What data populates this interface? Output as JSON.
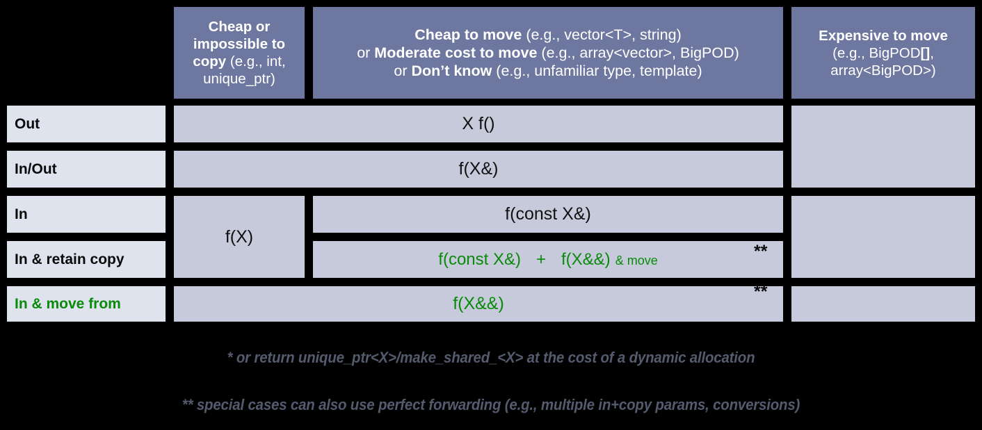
{
  "title": "C++ Parameter Passing Cheat Sheet",
  "colors": {
    "header_bg": "#6d779f",
    "header_text": "#ffffff",
    "rowlabel_bg": "#dfe3ee",
    "data_bg": "#c6cadb",
    "accent_green": "#0a8a0a",
    "page_bg": "#000000",
    "footnote_text": "#555b6e"
  },
  "header": {
    "corner_label": "",
    "columns": [
      {
        "id": "cheap-or-impossible-to-copy",
        "bold1": "Cheap or impossible to copy",
        "rest1": " (e.g., int, unique_ptr)"
      },
      {
        "id": "cheap-to-move",
        "line1_bold": "Cheap to move",
        "line1_rest": " (e.g., vector<T>, string)",
        "line2_prefix": "or ",
        "line2_bold": "Moderate cost to move",
        "line2_rest": " (e.g., array<vector>, BigPOD)",
        "line3_prefix": "or ",
        "line3_bold": "Don’t know",
        "line3_rest": " (e.g., unfamiliar type, template)"
      },
      {
        "id": "expensive-to-move",
        "line1_bold": "Expensive to move",
        "line2": "(e.g., BigPOD",
        "line2_bold": "[]",
        "line2_end": ",",
        "line3": "array<BigPOD>)"
      }
    ]
  },
  "rows": [
    {
      "id": "out",
      "label": "Out"
    },
    {
      "id": "in-out",
      "label": "In/Out"
    },
    {
      "id": "in",
      "label": "In"
    },
    {
      "id": "in-retain-copy",
      "label": "In & retain copy"
    },
    {
      "id": "in-move-from",
      "label": "In & move from",
      "green": true
    }
  ],
  "cells": {
    "out_span": "X f()",
    "inout_span": "f(X&)",
    "in_copyable": "f(X)",
    "in_cheapmove": "f(const X&)",
    "retain_part1": "f(const X&)",
    "retain_plus": "+",
    "retain_part2": "f(X&&)",
    "retain_part3": "& move",
    "retain_marker": "**",
    "movefrom_value": "f(X&&)",
    "movefrom_marker": "**"
  },
  "footnotes": {
    "one": "* or return unique_ptr<X>/make_shared_<X> at the cost of a dynamic allocation",
    "two": "** special cases can also use perfect forwarding (e.g., multiple in+copy params, conversions)"
  }
}
